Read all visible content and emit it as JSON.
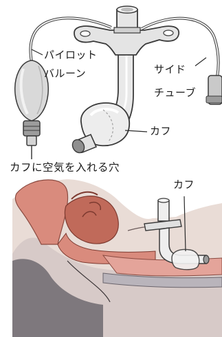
{
  "labels": {
    "pilot_line1": "パイロット",
    "pilot_line2": "バルーン",
    "side_line1": "サイド",
    "side_line2": "チューブ",
    "cuff_top": "カフ",
    "air_port": "カフに空気を入れる穴",
    "cuff_bottom": "カフ"
  },
  "colors": {
    "outline": "#3a3a3a",
    "tube_fill": "#e9e9e9",
    "balloon_fill": "#d9d9d9",
    "tissue_pink": "#d98b7d",
    "tissue_dark": "#c06a5a",
    "skin": "#ecdcd6",
    "skin_shadow": "#8a7e82",
    "airway_dark": "#a3a0a6"
  }
}
